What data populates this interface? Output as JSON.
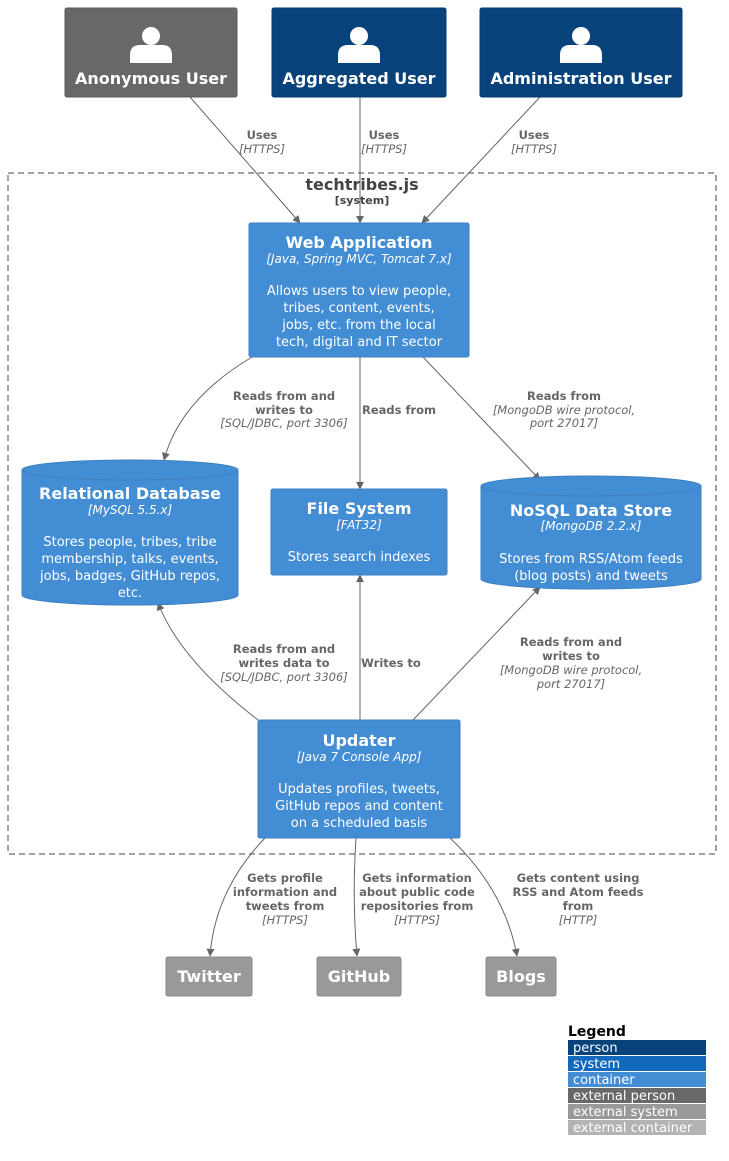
{
  "colors": {
    "person": "#08427b",
    "system": "#1168bd",
    "container": "#438dd5",
    "external_person": "#686868",
    "external_system": "#999999",
    "external_container": "#b3b3b3",
    "line": "#666666"
  },
  "boundary": {
    "name": "techtribes.js",
    "type": "[system]"
  },
  "people": {
    "anonymous": {
      "name": "Anonymous User",
      "icon": "person-icon"
    },
    "aggregated": {
      "name": "Aggregated User",
      "icon": "person-icon"
    },
    "admin": {
      "name": "Administration User",
      "icon": "person-icon"
    }
  },
  "containers": {
    "webapp": {
      "name": "Web Application",
      "tech": "[Java, Spring MVC, Tomcat 7.x]",
      "desc": [
        "Allows users to view people,",
        "tribes, content, events,",
        "jobs, etc. from the local",
        "tech, digital and IT sector"
      ]
    },
    "reldb": {
      "name": "Relational Database",
      "tech": "[MySQL 5.5.x]",
      "desc": [
        "Stores people, tribes, tribe",
        "membership, talks, events,",
        "jobs, badges, GitHub repos,",
        "etc."
      ]
    },
    "filesystem": {
      "name": "File System",
      "tech": "[FAT32]",
      "desc": [
        "Stores search indexes"
      ]
    },
    "nosql": {
      "name": "NoSQL Data Store",
      "tech": "[MongoDB 2.2.x]",
      "desc": [
        "Stores from RSS/Atom feeds",
        "(blog posts) and tweets"
      ]
    },
    "updater": {
      "name": "Updater",
      "tech": "[Java 7 Console App]",
      "desc": [
        "Updates profiles, tweets,",
        "GitHub repos and content",
        "on a scheduled basis"
      ]
    }
  },
  "external_systems": {
    "twitter": "Twitter",
    "github": "GitHub",
    "blogs": "Blogs"
  },
  "edges": {
    "anon_web": {
      "label": [
        "Uses"
      ],
      "tech": [
        "[HTTPS]"
      ]
    },
    "agg_web": {
      "label": [
        "Uses"
      ],
      "tech": [
        "[HTTPS]"
      ]
    },
    "admin_web": {
      "label": [
        "Uses"
      ],
      "tech": [
        "[HTTPS]"
      ]
    },
    "web_reldb": {
      "label": [
        "Reads from and",
        "writes to"
      ],
      "tech": [
        "[SQL/JDBC, port 3306]"
      ]
    },
    "web_fs": {
      "label": [
        "Reads from"
      ],
      "tech": []
    },
    "web_nosql": {
      "label": [
        "Reads from"
      ],
      "tech": [
        "[MongoDB wire protocol,",
        "port 27017]"
      ]
    },
    "upd_reldb": {
      "label": [
        "Reads from and",
        "writes data to"
      ],
      "tech": [
        "[SQL/JDBC, port 3306]"
      ]
    },
    "upd_fs": {
      "label": [
        "Writes to"
      ],
      "tech": []
    },
    "upd_nosql": {
      "label": [
        "Reads from and",
        "writes to"
      ],
      "tech": [
        "[MongoDB wire protocol,",
        "port 27017]"
      ]
    },
    "upd_twitter": {
      "label": [
        "Gets profile",
        "information and",
        "tweets from"
      ],
      "tech": [
        "[HTTPS]"
      ]
    },
    "upd_github": {
      "label": [
        "Gets information",
        "about public code",
        "repositories from"
      ],
      "tech": [
        "[HTTPS]"
      ]
    },
    "upd_blogs": {
      "label": [
        "Gets content using",
        "RSS and Atom feeds",
        "from"
      ],
      "tech": [
        "[HTTP]"
      ]
    }
  },
  "legend": {
    "title": "Legend",
    "items": [
      "person",
      "system",
      "container",
      "external person",
      "external system",
      "external container"
    ]
  }
}
